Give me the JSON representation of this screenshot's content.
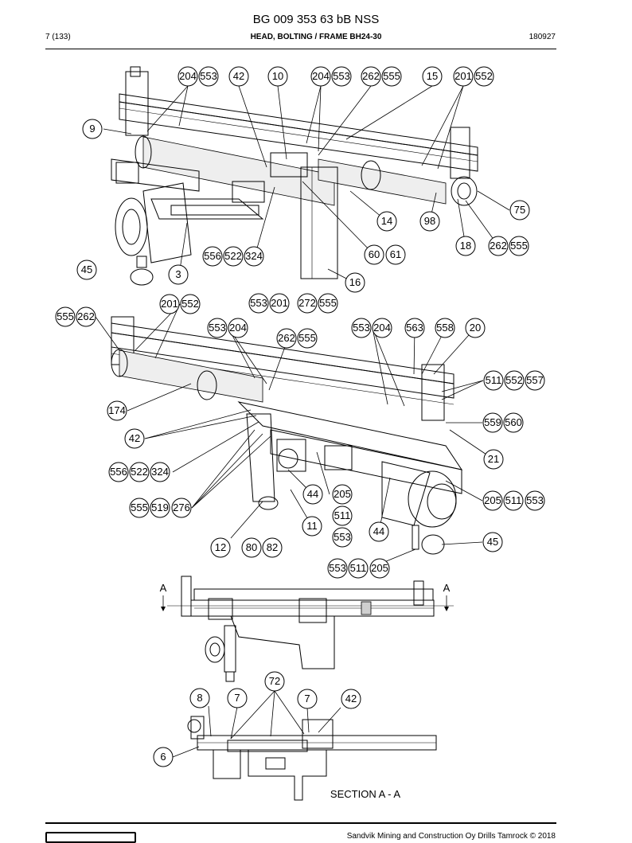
{
  "header": {
    "doc_code": "BG 009 353 63 bB NSS",
    "page": "7 (133)",
    "title": "HEAD, BOLTING / FRAME BH24-30",
    "date": "180927"
  },
  "footer": {
    "copyright": "Sandvik Mining and Construction Oy Drills Tamrock © 2018"
  },
  "section": {
    "marker": "A",
    "marker_right": "A",
    "caption": "SECTION A - A"
  },
  "callouts": {
    "c1": "204",
    "c2": "553",
    "c3": "42",
    "c4": "10",
    "c5": "204",
    "c6": "553",
    "c7": "262",
    "c8": "555",
    "c9": "15",
    "c10": "201",
    "c11": "552",
    "c12": "9",
    "c13": "75",
    "c14": "14",
    "c15": "98",
    "c16": "18",
    "c17": "262",
    "c18": "555",
    "c19": "556",
    "c20": "522",
    "c21": "324",
    "c22": "60",
    "c23": "61",
    "c24": "45",
    "c25": "3",
    "c26": "16",
    "c27": "201",
    "c28": "552",
    "c29": "553",
    "c30": "201",
    "c31": "272",
    "c32": "555",
    "c33": "555",
    "c34": "262",
    "c35": "553",
    "c36": "204",
    "c37": "262",
    "c38": "555",
    "c39": "553",
    "c40": "204",
    "c41": "563",
    "c42": "558",
    "c43": "20",
    "c44": "511",
    "c45": "552",
    "c46": "557",
    "c47": "174",
    "c48": "559",
    "c49": "560",
    "c50": "42",
    "c51": "21",
    "c52": "556",
    "c53": "522",
    "c54": "324",
    "c55": "44",
    "c56": "205",
    "c57": "205",
    "c58": "511",
    "c59": "553",
    "c60": "555",
    "c61": "519",
    "c62": "276",
    "c63": "511",
    "c64": "11",
    "c65": "553",
    "c66": "44",
    "c67": "45",
    "c68": "12",
    "c69": "80",
    "c70": "82",
    "c71": "553",
    "c72": "511",
    "c73": "205",
    "c74": "72",
    "c75": "8",
    "c76": "7",
    "c77": "7",
    "c78": "42",
    "c79": "6"
  }
}
